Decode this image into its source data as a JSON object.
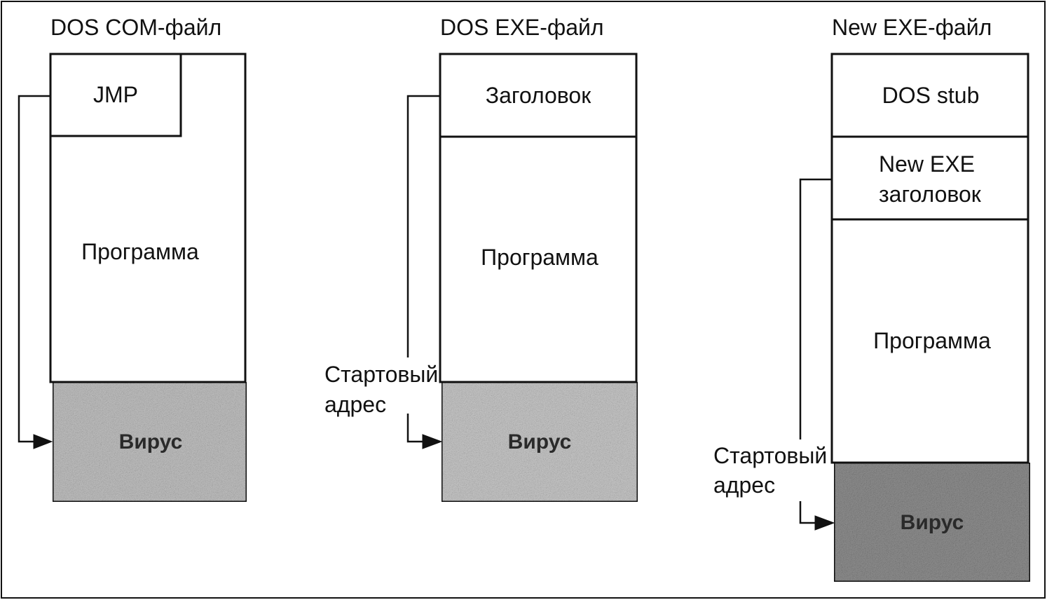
{
  "columns": [
    {
      "title": "DOS COM-файл",
      "blocks": [
        "JMP",
        "Программа",
        "Вирус"
      ]
    },
    {
      "title": "DOS EXE-файл",
      "blocks": [
        "Заголовок",
        "Программа",
        "Вирус"
      ],
      "start_label": [
        "Стартовый",
        "адрес"
      ]
    },
    {
      "title": "New EXE-файл",
      "blocks": [
        "DOS stub",
        "New EXE",
        "заголовок",
        "Программа",
        "Вирус"
      ],
      "start_label": [
        "Стартовый",
        "адрес"
      ]
    }
  ],
  "colors": {
    "virus_light": "#bdbdbd",
    "virus_dark": "#8f8f8f",
    "ink": "#111111"
  }
}
